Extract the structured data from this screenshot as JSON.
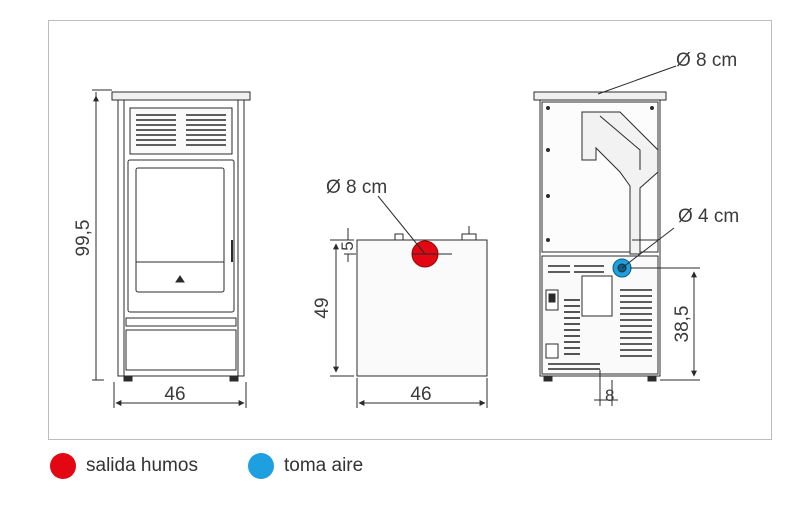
{
  "views": {
    "front": {
      "height_label": "99,5",
      "width_label": "46"
    },
    "top": {
      "flue_diameter_label": "Ø 8 cm",
      "offset_label": "5",
      "depth_label": "49",
      "width_label": "46"
    },
    "rear": {
      "flue_diameter_label": "Ø 8 cm",
      "air_intake_diameter_label": "Ø 4 cm",
      "air_intake_height_label": "38,5",
      "air_intake_offset_label": "8"
    }
  },
  "legend": [
    {
      "label": "salida humos",
      "color": "#e30613"
    },
    {
      "label": "toma aire",
      "color": "#1ea0e0"
    }
  ],
  "colors": {
    "flue": "#e30613",
    "air": "#1ea0e0",
    "line": "#2b2b2b"
  }
}
